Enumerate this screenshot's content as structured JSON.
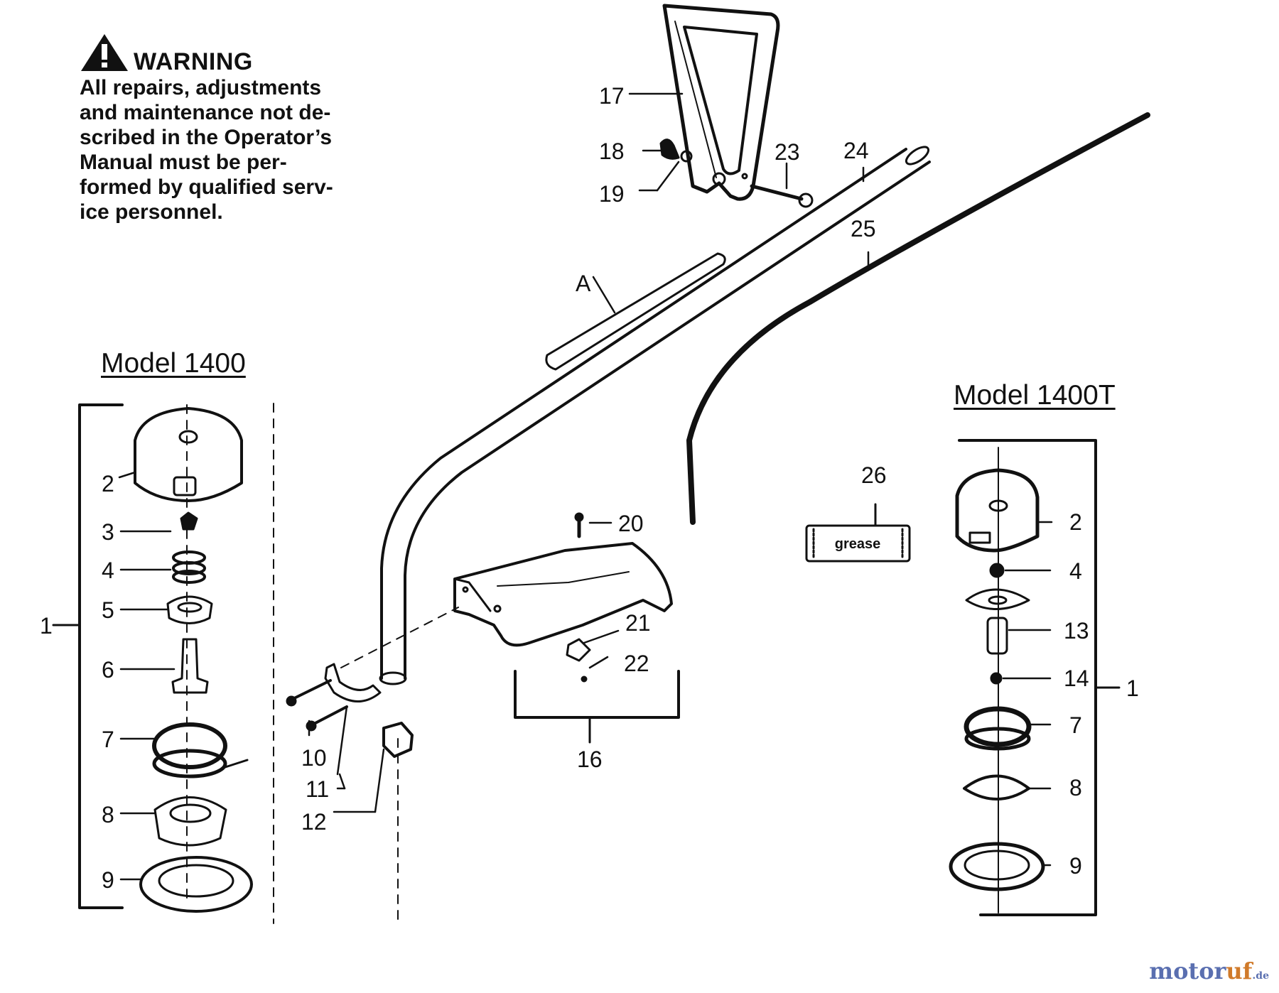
{
  "warning": {
    "title": "WARNING",
    "lines": [
      "All repairs, adjustments",
      "and maintenance not de-",
      "scribed in the Operator’s",
      "Manual must be per-",
      "formed by qualified serv-",
      "ice personnel."
    ]
  },
  "models": {
    "left": "Model 1400",
    "right": "Model 1400T"
  },
  "grease_label": "grease",
  "callouts": {
    "l1": "1",
    "l2": "2",
    "l3": "3",
    "l4": "4",
    "l5": "5",
    "l6": "6",
    "l7": "7",
    "l8": "8",
    "l9": "9",
    "c10": "10",
    "c11": "11",
    "c12": "12",
    "c16": "16",
    "c17": "17",
    "c18": "18",
    "c19": "19",
    "c20": "20",
    "c21": "21",
    "c22": "22",
    "c23": "23",
    "c24": "24",
    "c25": "25",
    "c26": "26",
    "cA": "A",
    "r1": "1",
    "r2": "2",
    "r4": "4",
    "r13": "13",
    "r14": "14",
    "r7": "7",
    "r8": "8",
    "r9": "9"
  },
  "watermark": {
    "part1": "motor",
    "part2": "uf",
    "part3": ".de"
  }
}
